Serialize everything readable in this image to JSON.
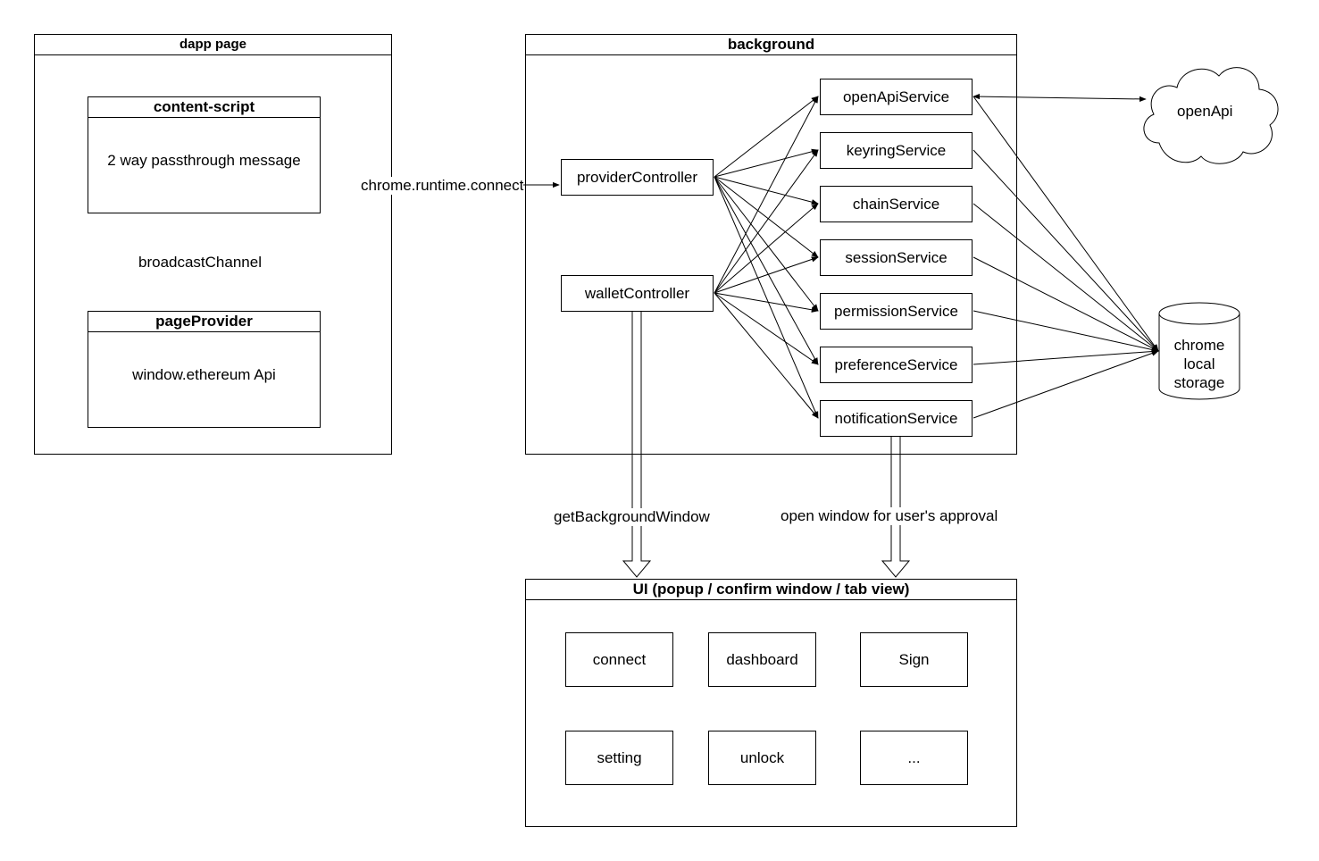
{
  "dapp_page": {
    "title": "dapp page",
    "content_script": {
      "title": "content-script",
      "body": "2 way passthrough message"
    },
    "broadcast_label": "broadcastChannel",
    "page_provider": {
      "title": "pageProvider",
      "body": "window.ethereum Api"
    }
  },
  "connection_label": "chrome.runtime.connect",
  "background": {
    "title": "background",
    "controllers": [
      "providerController",
      "walletController"
    ],
    "services": [
      "openApiService",
      "keyringService",
      "chainService",
      "sessionService",
      "permissionService",
      "preferenceService",
      "notificationService"
    ]
  },
  "external": {
    "cloud": "openApi",
    "storage_lines": [
      "chrome",
      "local",
      "storage"
    ]
  },
  "flows": {
    "get_background_window": "getBackgroundWindow",
    "open_window": "open window for user's approval"
  },
  "ui": {
    "title": "UI (popup / confirm window / tab view)",
    "views": [
      "connect",
      "dashboard",
      "Sign",
      "setting",
      "unlock",
      "..."
    ]
  }
}
